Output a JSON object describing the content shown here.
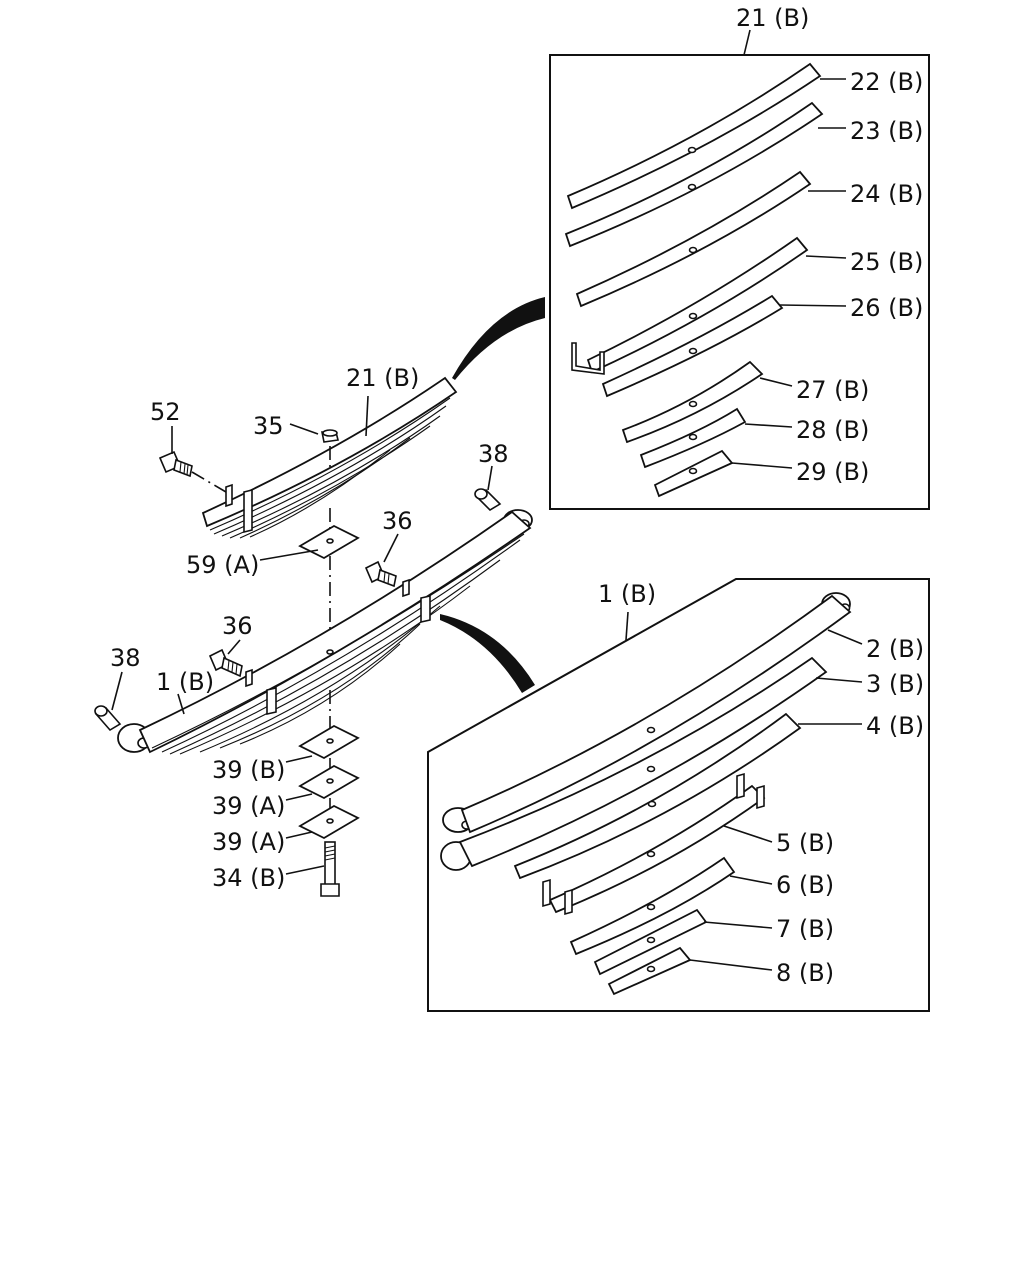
{
  "callouts": {
    "l_21b_top": "21 (B)",
    "l_22b": "22 (B)",
    "l_23b": "23 (B)",
    "l_24b": "24 (B)",
    "l_25b": "25 (B)",
    "l_26b": "26 (B)",
    "l_27b": "27 (B)",
    "l_28b": "28 (B)",
    "l_29b": "29 (B)",
    "l_21b_main": "21 (B)",
    "l_52": "52",
    "l_35": "35",
    "l_38_right": "38",
    "l_36_upper": "36",
    "l_59a": "59 (A)",
    "l_36_lower": "36",
    "l_38_left": "38",
    "l_1b_main": "1 (B)",
    "l_39b": "39 (B)",
    "l_39a_1": "39 (A)",
    "l_39a_2": "39 (A)",
    "l_34b": "34 (B)",
    "l_1b_box": "1 (B)",
    "l_2b": "2 (B)",
    "l_3b": "3 (B)",
    "l_4b": "4 (B)",
    "l_5b": "5 (B)",
    "l_6b": "6 (B)",
    "l_7b": "7 (B)",
    "l_8b": "8 (B)"
  }
}
